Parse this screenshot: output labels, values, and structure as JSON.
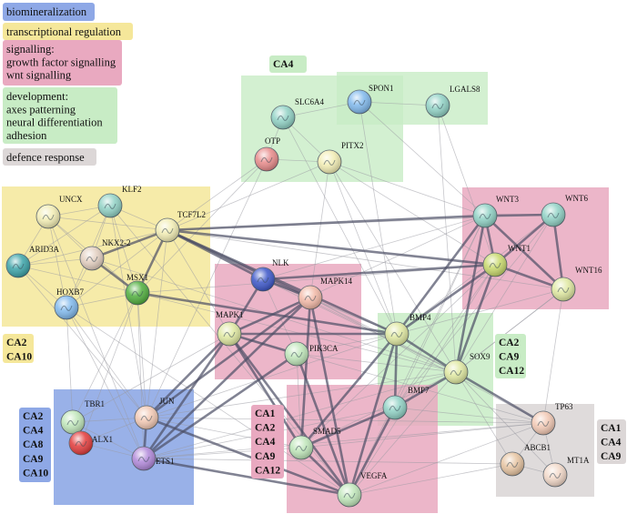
{
  "legend": [
    {
      "id": "bio",
      "lines": [
        "biomineralization"
      ],
      "color": "#8ea8e6"
    },
    {
      "id": "tr",
      "lines": [
        "transcriptional regulation"
      ],
      "color": "#f5e79a"
    },
    {
      "id": "sig",
      "lines": [
        "signalling:",
        "growth factor signalling",
        "wnt signalling"
      ],
      "color": "#e9a9c0"
    },
    {
      "id": "dev",
      "lines": [
        "development:",
        "axes patterning",
        "neural differentiation",
        "adhesion"
      ],
      "color": "#c8ecc5"
    },
    {
      "id": "def",
      "lines": [
        "defence response"
      ],
      "color": "#dcd7d7"
    }
  ],
  "ca_labels": [
    {
      "id": "ca-dev-top",
      "lines": [
        "CA4"
      ],
      "color": "#c8ecc5"
    },
    {
      "id": "ca-tr",
      "lines": [
        "CA2",
        "CA10"
      ],
      "color": "#f5e79a"
    },
    {
      "id": "ca-bio",
      "lines": [
        "CA2",
        "CA4",
        "CA8",
        "CA9",
        "CA10"
      ],
      "color": "#8ea8e6"
    },
    {
      "id": "ca-sig",
      "lines": [
        "CA1",
        "CA2",
        "CA4",
        "CA9",
        "CA12"
      ],
      "color": "#e9a9c0"
    },
    {
      "id": "ca-dev-right",
      "lines": [
        "CA2",
        "CA9",
        "CA12"
      ],
      "color": "#c8ecc5"
    },
    {
      "id": "ca-def",
      "lines": [
        "CA1",
        "CA4",
        "CA9"
      ],
      "color": "#dcd7d7"
    }
  ],
  "nodes": [
    {
      "id": "SLC6A4",
      "color": "#8fd1c4"
    },
    {
      "id": "SPON1",
      "color": "#7fb8ec"
    },
    {
      "id": "LGALS8",
      "color": "#8fd1c4"
    },
    {
      "id": "OTP",
      "color": "#e88a8a"
    },
    {
      "id": "PITX2",
      "color": "#f2edb3"
    },
    {
      "id": "UNCX",
      "color": "#f2edb3"
    },
    {
      "id": "KLF2",
      "color": "#8fd1c4"
    },
    {
      "id": "TCF7L2",
      "color": "#f2edb3"
    },
    {
      "id": "ARID3A",
      "color": "#3aa3a8"
    },
    {
      "id": "NKX2-2",
      "color": "#e3cfc0"
    },
    {
      "id": "MSX1",
      "color": "#4fae3c"
    },
    {
      "id": "HOXB7",
      "color": "#7fb8ec"
    },
    {
      "id": "NLK",
      "color": "#3b55c8"
    },
    {
      "id": "MAPK14",
      "color": "#f2b8a6"
    },
    {
      "id": "MAPK1",
      "color": "#dfe8a0"
    },
    {
      "id": "PIK3CA",
      "color": "#bfe6b9"
    },
    {
      "id": "WNT3",
      "color": "#8fd1c4"
    },
    {
      "id": "WNT6",
      "color": "#8fd1c4"
    },
    {
      "id": "WNT1",
      "color": "#c8d96b"
    },
    {
      "id": "WNT16",
      "color": "#dfe8a0"
    },
    {
      "id": "BMP4",
      "color": "#dfe8a0"
    },
    {
      "id": "SOX9",
      "color": "#dfe8a0"
    },
    {
      "id": "BMP7",
      "color": "#8fd1c4"
    },
    {
      "id": "TP63",
      "color": "#f2c8b3"
    },
    {
      "id": "ABCB1",
      "color": "#e6c3a0"
    },
    {
      "id": "MT1A",
      "color": "#f2d8c8"
    },
    {
      "id": "TBR1",
      "color": "#bfe6b9"
    },
    {
      "id": "JUN",
      "color": "#f2c8b3"
    },
    {
      "id": "ALX1",
      "color": "#e23a3a"
    },
    {
      "id": "ETS1",
      "color": "#b087d9"
    },
    {
      "id": "SMAD5",
      "color": "#bfe6b9"
    },
    {
      "id": "VEGFA",
      "color": "#bfe6b9"
    }
  ]
}
